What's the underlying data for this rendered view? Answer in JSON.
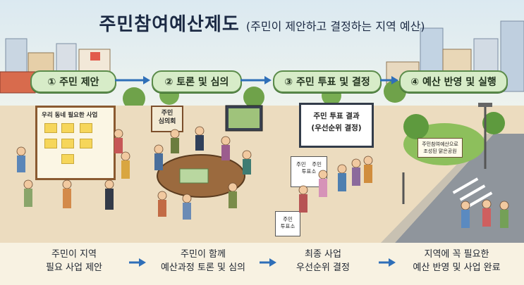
{
  "title": {
    "main": "주민참여예산제도",
    "sub": "(주민이 제안하고 결정하는 지역 예산)"
  },
  "steps": [
    {
      "label": "① 주민 제안"
    },
    {
      "label": "② 토론 및 심의"
    },
    {
      "label": "③ 주민 투표 및 결정"
    },
    {
      "label": "④ 예산 반영 및 실행"
    }
  ],
  "scene": {
    "board_title": "우리 동네 필요한 사업",
    "council_sign_line1": "주민",
    "council_sign_line2": "심의회",
    "result_line1": "주민 투표 결과",
    "result_line2": "(우선순위 결정)",
    "ballot_box_1_line1": "주민",
    "ballot_box_1_line2": "투표소",
    "ballot_box_2_line1": "주민",
    "ballot_box_2_line2": "투표소",
    "ballot_side_label": "주민",
    "park_sign_line1": "주민참여예산으로",
    "park_sign_line2": "조성된 맑은공원"
  },
  "captions": [
    {
      "line1": "주민이 지역",
      "line2": "필요 사업 제안"
    },
    {
      "line1": "주민이 함께",
      "line2": "예산과정 토론 및 심의"
    },
    {
      "line1": "최종 사업",
      "line2": "우선순위 결정"
    },
    {
      "line1": "지역에 꼭 필요한",
      "line2": "예산 반영 및 사업 완료"
    }
  ],
  "colors": {
    "step_fill": "#d7ecc8",
    "step_border": "#5c8c4b",
    "arrow": "#2f6fb8",
    "title": "#1c2a44"
  }
}
